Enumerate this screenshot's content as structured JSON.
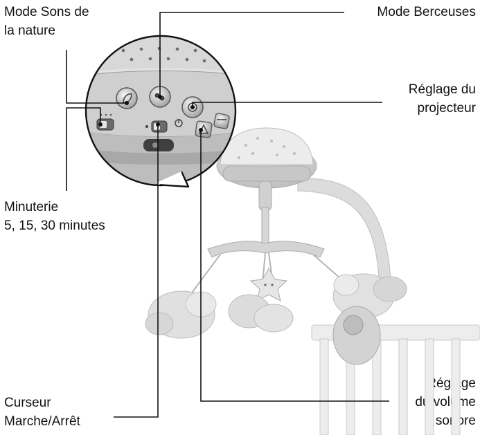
{
  "labels": {
    "nature": "Mode Sons de\nla nature",
    "berceuses": "Mode Berceuses",
    "projecteur": "Réglage du\nprojecteur",
    "minuterie": "Minuterie\n5, 15, 30 minutes",
    "curseur": "Curseur\nMarche/Arrêt",
    "volume": "Réglage\ndu volume\nsonore"
  },
  "colors": {
    "line": "#111111",
    "plastic": "#d8d8d8",
    "shade": "#9a9a9a",
    "dark": "#555555"
  }
}
